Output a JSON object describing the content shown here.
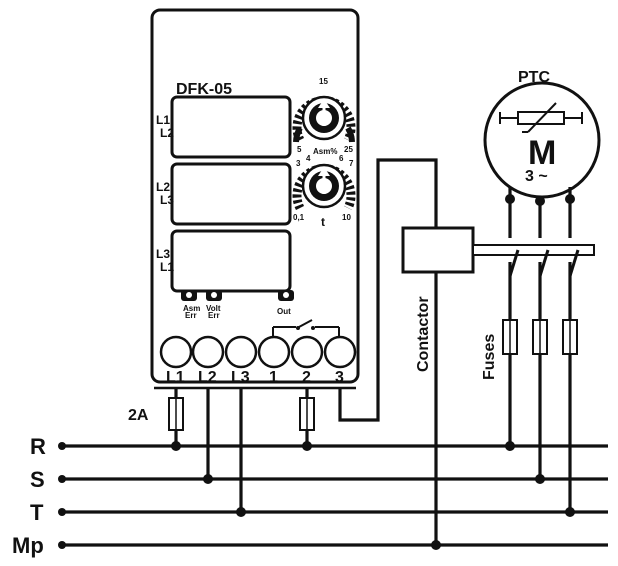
{
  "device": {
    "model": "DFK-05",
    "display_labels": [
      {
        "top": "L1",
        "bottom": "L2"
      },
      {
        "top": "L2",
        "bottom": "L3"
      },
      {
        "top": "L3",
        "bottom": "L1"
      }
    ],
    "knob_asm": {
      "max": "15",
      "min": "5",
      "end": "25",
      "name": "Asm%"
    },
    "knob_t": {
      "t1": "3",
      "t2": "4",
      "t3": "6",
      "t4": "7",
      "min": "0,1",
      "end": "10",
      "name": "t"
    },
    "leds": {
      "asm": "Asm",
      "asm_sub": "Err",
      "volt": "Volt",
      "volt_sub": "Err",
      "out": "Out"
    },
    "terminals": [
      "L1",
      "L2",
      "L3",
      "1",
      "2",
      "3"
    ]
  },
  "fuse_label": "2A",
  "contactor_label": "Contactor",
  "fuses_label": "Fuses",
  "motor": {
    "ptc": "PTC",
    "letter": "M",
    "phase": "3 ~"
  },
  "lines": [
    "R",
    "S",
    "T",
    "Mp"
  ]
}
